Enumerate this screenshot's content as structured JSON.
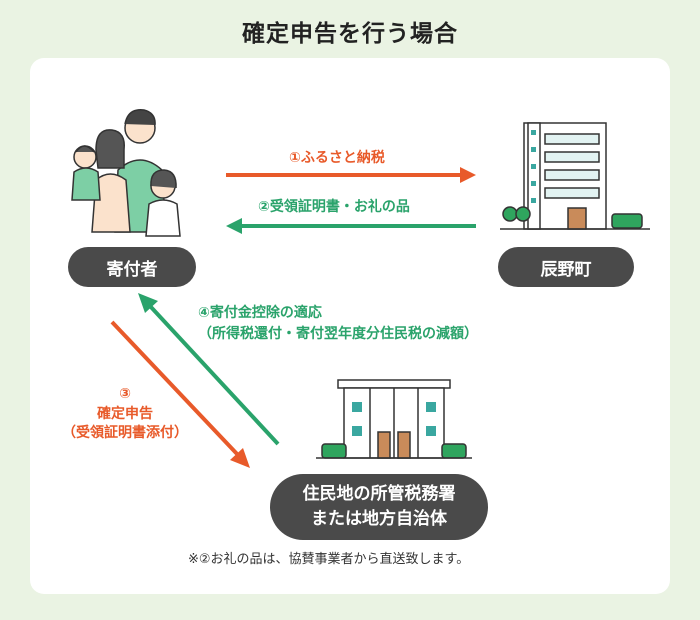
{
  "title": "確定申告を行う場合",
  "nodes": {
    "donor": "寄付者",
    "town": "辰野町",
    "office_line1": "住民地の所管税務署",
    "office_line2": "または地方自治体"
  },
  "steps": {
    "step1": "①ふるさと納税",
    "step2": "②受領証明書・お礼の品",
    "step3_num": "③",
    "step3_line1": "確定申告",
    "step3_line2": "（受領証明書添付）",
    "step4_line1": "④寄付金控除の適応",
    "step4_line2": "（所得税還付・寄付翌年度分住民税の減額）"
  },
  "note": "※②お礼の品は、協賛事業者から直送致します。",
  "colors": {
    "orange": "#e85a2a",
    "green": "#2aa36b",
    "pill": "#4a4a4a",
    "background": "#eaf3e3"
  }
}
